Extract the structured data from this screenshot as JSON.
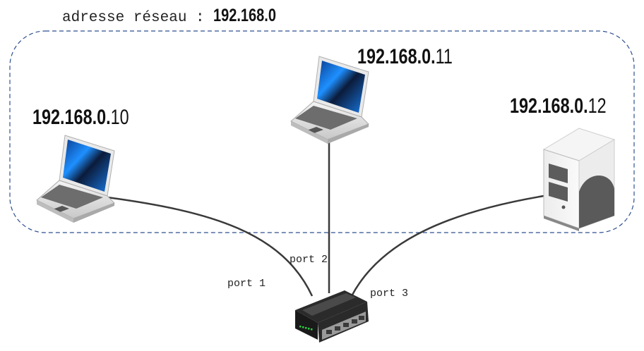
{
  "network": {
    "label": "adresse réseau :",
    "address": "192.168.0",
    "zone_border_color": "#2f4f8f"
  },
  "hosts": [
    {
      "type": "laptop",
      "ip_prefix": "192.168.0.",
      "ip_host": "10",
      "port_label": "port 1"
    },
    {
      "type": "laptop",
      "ip_prefix": "192.168.0.",
      "ip_host": "11",
      "port_label": "port 2"
    },
    {
      "type": "server",
      "ip_prefix": "192.168.0.",
      "ip_host": "12",
      "port_label": "port 3"
    }
  ],
  "switch": {
    "type": "switch",
    "ports": 5
  }
}
